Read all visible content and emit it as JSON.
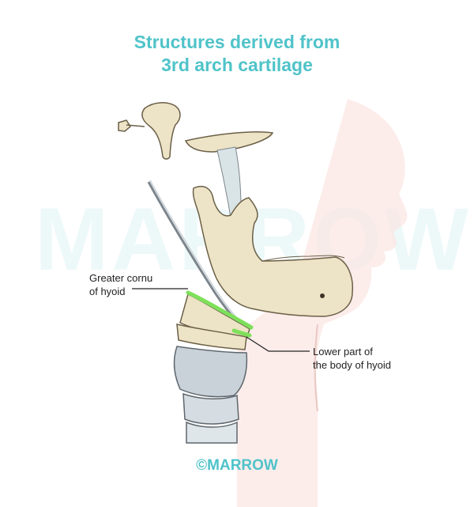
{
  "title": {
    "line1": "Structures derived from",
    "line2": "3rd arch cartilage"
  },
  "watermark": "MARROW",
  "labels": {
    "greater_cornu_line1": "Greater cornu",
    "greater_cornu_line2": "of hyoid",
    "lower_part_line1": "Lower part of",
    "lower_part_line2": "the body of hyoid"
  },
  "footer": {
    "symbol": "©",
    "brand": "MARROW"
  },
  "colors": {
    "title": "#4fc3c9",
    "bone": "#ede3c6",
    "bone_outline": "#6b6048",
    "highlight": "#7ee05a",
    "skin": "#fbe6e2",
    "cartilage": "#c9d2d8"
  }
}
